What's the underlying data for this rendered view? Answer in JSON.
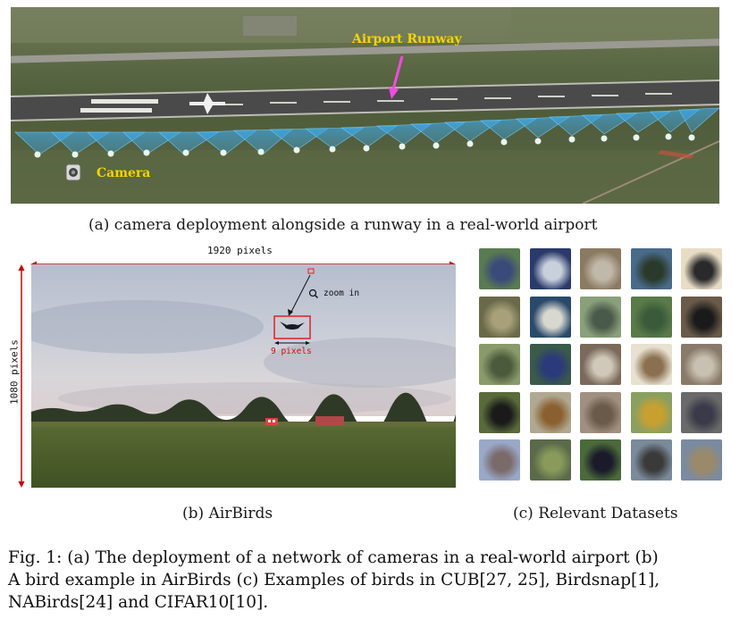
{
  "panel_a": {
    "runway_label": "Airport Runway",
    "camera_label": "Camera",
    "caption": "(a) camera deployment alongside a runway in a real-world airport"
  },
  "panel_b": {
    "width_label": "1920 pixels",
    "height_label": "1080 pixels",
    "zoom_label": "zoom in",
    "size_label": "9 pixels",
    "caption": "(b) AirBirds"
  },
  "panel_c": {
    "caption": "(c) Relevant Datasets",
    "thumbnails": [
      [
        "#5a7a52",
        "#3a4a7a"
      ],
      [
        "#2a3a6a",
        "#c8d0dc"
      ],
      [
        "#8a7a62",
        "#c0b8a8"
      ],
      [
        "#4a6a8a",
        "#2a3a2a"
      ],
      [
        "#e8dcc4",
        "#2a2a2a"
      ],
      [
        "#6a6a4a",
        "#a8a078"
      ],
      [
        "#2a4a6a",
        "#d8d8d0"
      ],
      [
        "#8aa07a",
        "#4a5a4a"
      ],
      [
        "#5a7a4a",
        "#3a5a3a"
      ],
      [
        "#6a5a4a",
        "#1a1a1a"
      ],
      [
        "#8a9a6a",
        "#4a5a3a"
      ],
      [
        "#3a5a4a",
        "#2a3a7a"
      ],
      [
        "#7a6a5a",
        "#d0c8b8"
      ],
      [
        "#e8e0d0",
        "#8a7050"
      ],
      [
        "#8a7a6a",
        "#c8c0b0"
      ],
      [
        "#5a6a3a",
        "#1a1a1a"
      ],
      [
        "#b0a890",
        "#8a6030"
      ],
      [
        "#a09080",
        "#6a5a4a"
      ],
      [
        "#8aa060",
        "#c8a030"
      ],
      [
        "#6a6a6a",
        "#3a3a4a"
      ],
      [
        "#9aa8c8",
        "#7a6a6a"
      ],
      [
        "#5a6a4a",
        "#8a9a5a"
      ],
      [
        "#4a6a3a",
        "#1a1a2a"
      ],
      [
        "#7a8a9a",
        "#3a3a3a"
      ],
      [
        "#7a8aa0",
        "#9a8a6a"
      ]
    ]
  },
  "fig_caption": {
    "line1": "Fig. 1: (a) The deployment of a network of cameras in a real-world airport (b)",
    "line2": "A bird example in AirBirds (c) Examples of birds in CUB[27, 25], Birdsnap[1],",
    "line3": "NABirds[24] and CIFAR10[10]."
  }
}
